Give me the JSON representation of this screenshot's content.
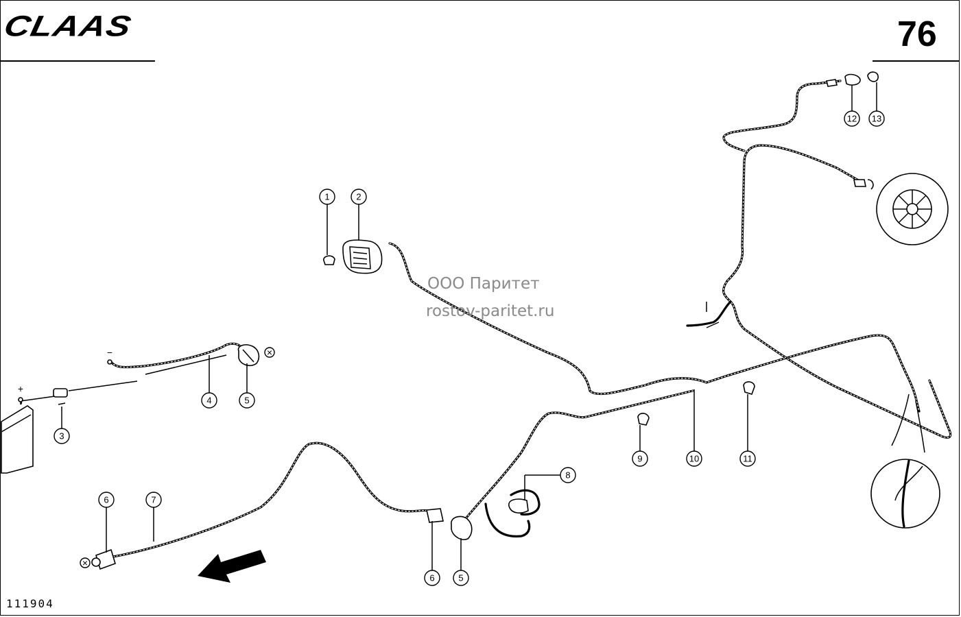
{
  "header": {
    "brand": "CLAAS",
    "page_number": "76"
  },
  "footer": {
    "drawing_number": "111904"
  },
  "watermark": {
    "line1": "ООО Паритет",
    "line2": "rostov-paritet.ru"
  },
  "callouts": [
    {
      "label": "1"
    },
    {
      "label": "2"
    },
    {
      "label": "3"
    },
    {
      "label": "4"
    },
    {
      "label": "5"
    },
    {
      "label": "5"
    },
    {
      "label": "6"
    },
    {
      "label": "6"
    },
    {
      "label": "7"
    },
    {
      "label": "8"
    },
    {
      "label": "9"
    },
    {
      "label": "10"
    },
    {
      "label": "11"
    },
    {
      "label": "12"
    },
    {
      "label": "13"
    }
  ],
  "terminal_signs": {
    "plus": "+",
    "minus": "−",
    "cross": "×"
  },
  "colors": {
    "ink": "#000000",
    "watermark": "#8a8a8a",
    "paper": "#ffffff"
  }
}
